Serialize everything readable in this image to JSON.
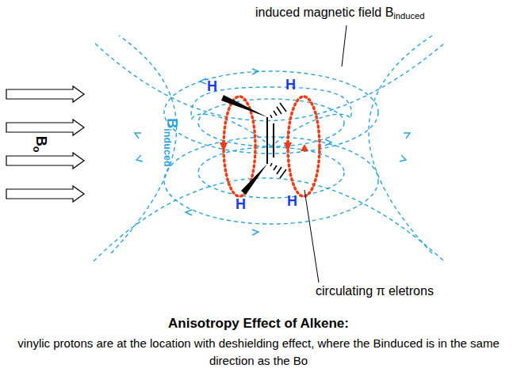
{
  "diagram": {
    "title": "Anisotropy Effect of Alkene:",
    "caption": "vinylic protons are at the location with deshielding effect, where the Binduced is in the same direction as the Bo",
    "labels": [
      "induced magnetic field B",
      "induced",
      "B",
      "o",
      "B",
      "induced",
      "H",
      "H",
      "H",
      "H",
      "circulating π eletrons"
    ]
  }
}
